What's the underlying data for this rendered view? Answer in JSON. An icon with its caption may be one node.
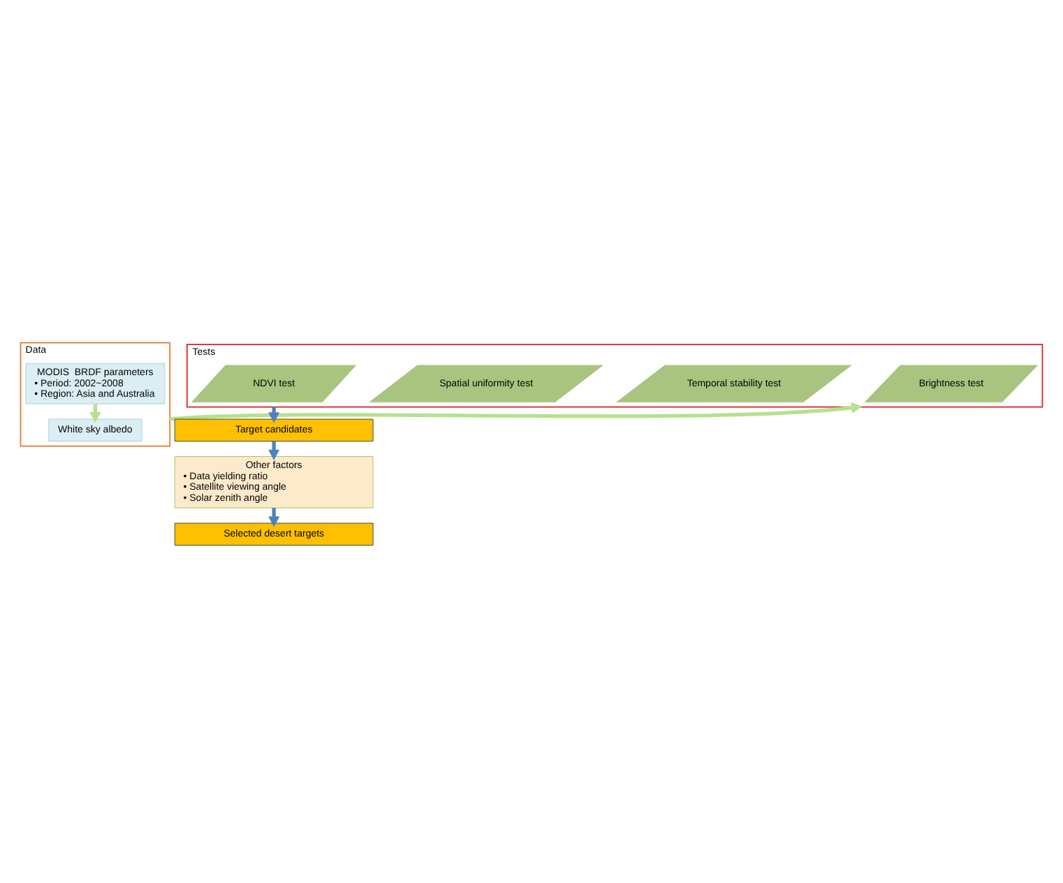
{
  "diagram": {
    "nodes": [
      {
        "text": [
          "Data"
        ]
      },
      {
        "text": [
          "MODIS  BRDF parameters",
          "• Period: 2002~2008",
          "• Region: Asia and Australia"
        ],
        "in": 0
      },
      {
        "text": [
          "White sky albedo"
        ],
        "in": 0
      },
      {
        "text": [
          "Tests"
        ]
      },
      {
        "text": [
          "Brightness test"
        ],
        "in": 3
      },
      {
        "text": [
          "Temporal stability test"
        ],
        "in": 3
      },
      {
        "text": [
          "Spatial uniformity test"
        ],
        "in": 3
      },
      {
        "text": [
          "NDVI test"
        ],
        "in": 3
      },
      {
        "text": [
          "Target candidates"
        ]
      },
      {
        "text": [
          "Other factors",
          "• Data yielding ratio",
          "• Satellite viewing angle",
          "• Solar zenith angle"
        ]
      },
      {
        "text": [
          "Selected desert targets"
        ]
      }
    ],
    "edges": [
      {
        "from": 1,
        "to": 2,
        "arrow": "to",
        "color": "#b7e08f"
      },
      {
        "from": 0,
        "to": 3,
        "arrow": "to",
        "color": "#b7e08f"
      },
      {
        "from": 3,
        "to": 8,
        "arrow": "to"
      },
      {
        "from": 8,
        "to": 9,
        "arrow": "to"
      },
      {
        "from": 9,
        "to": 10,
        "arrow": "to"
      }
    ]
  }
}
